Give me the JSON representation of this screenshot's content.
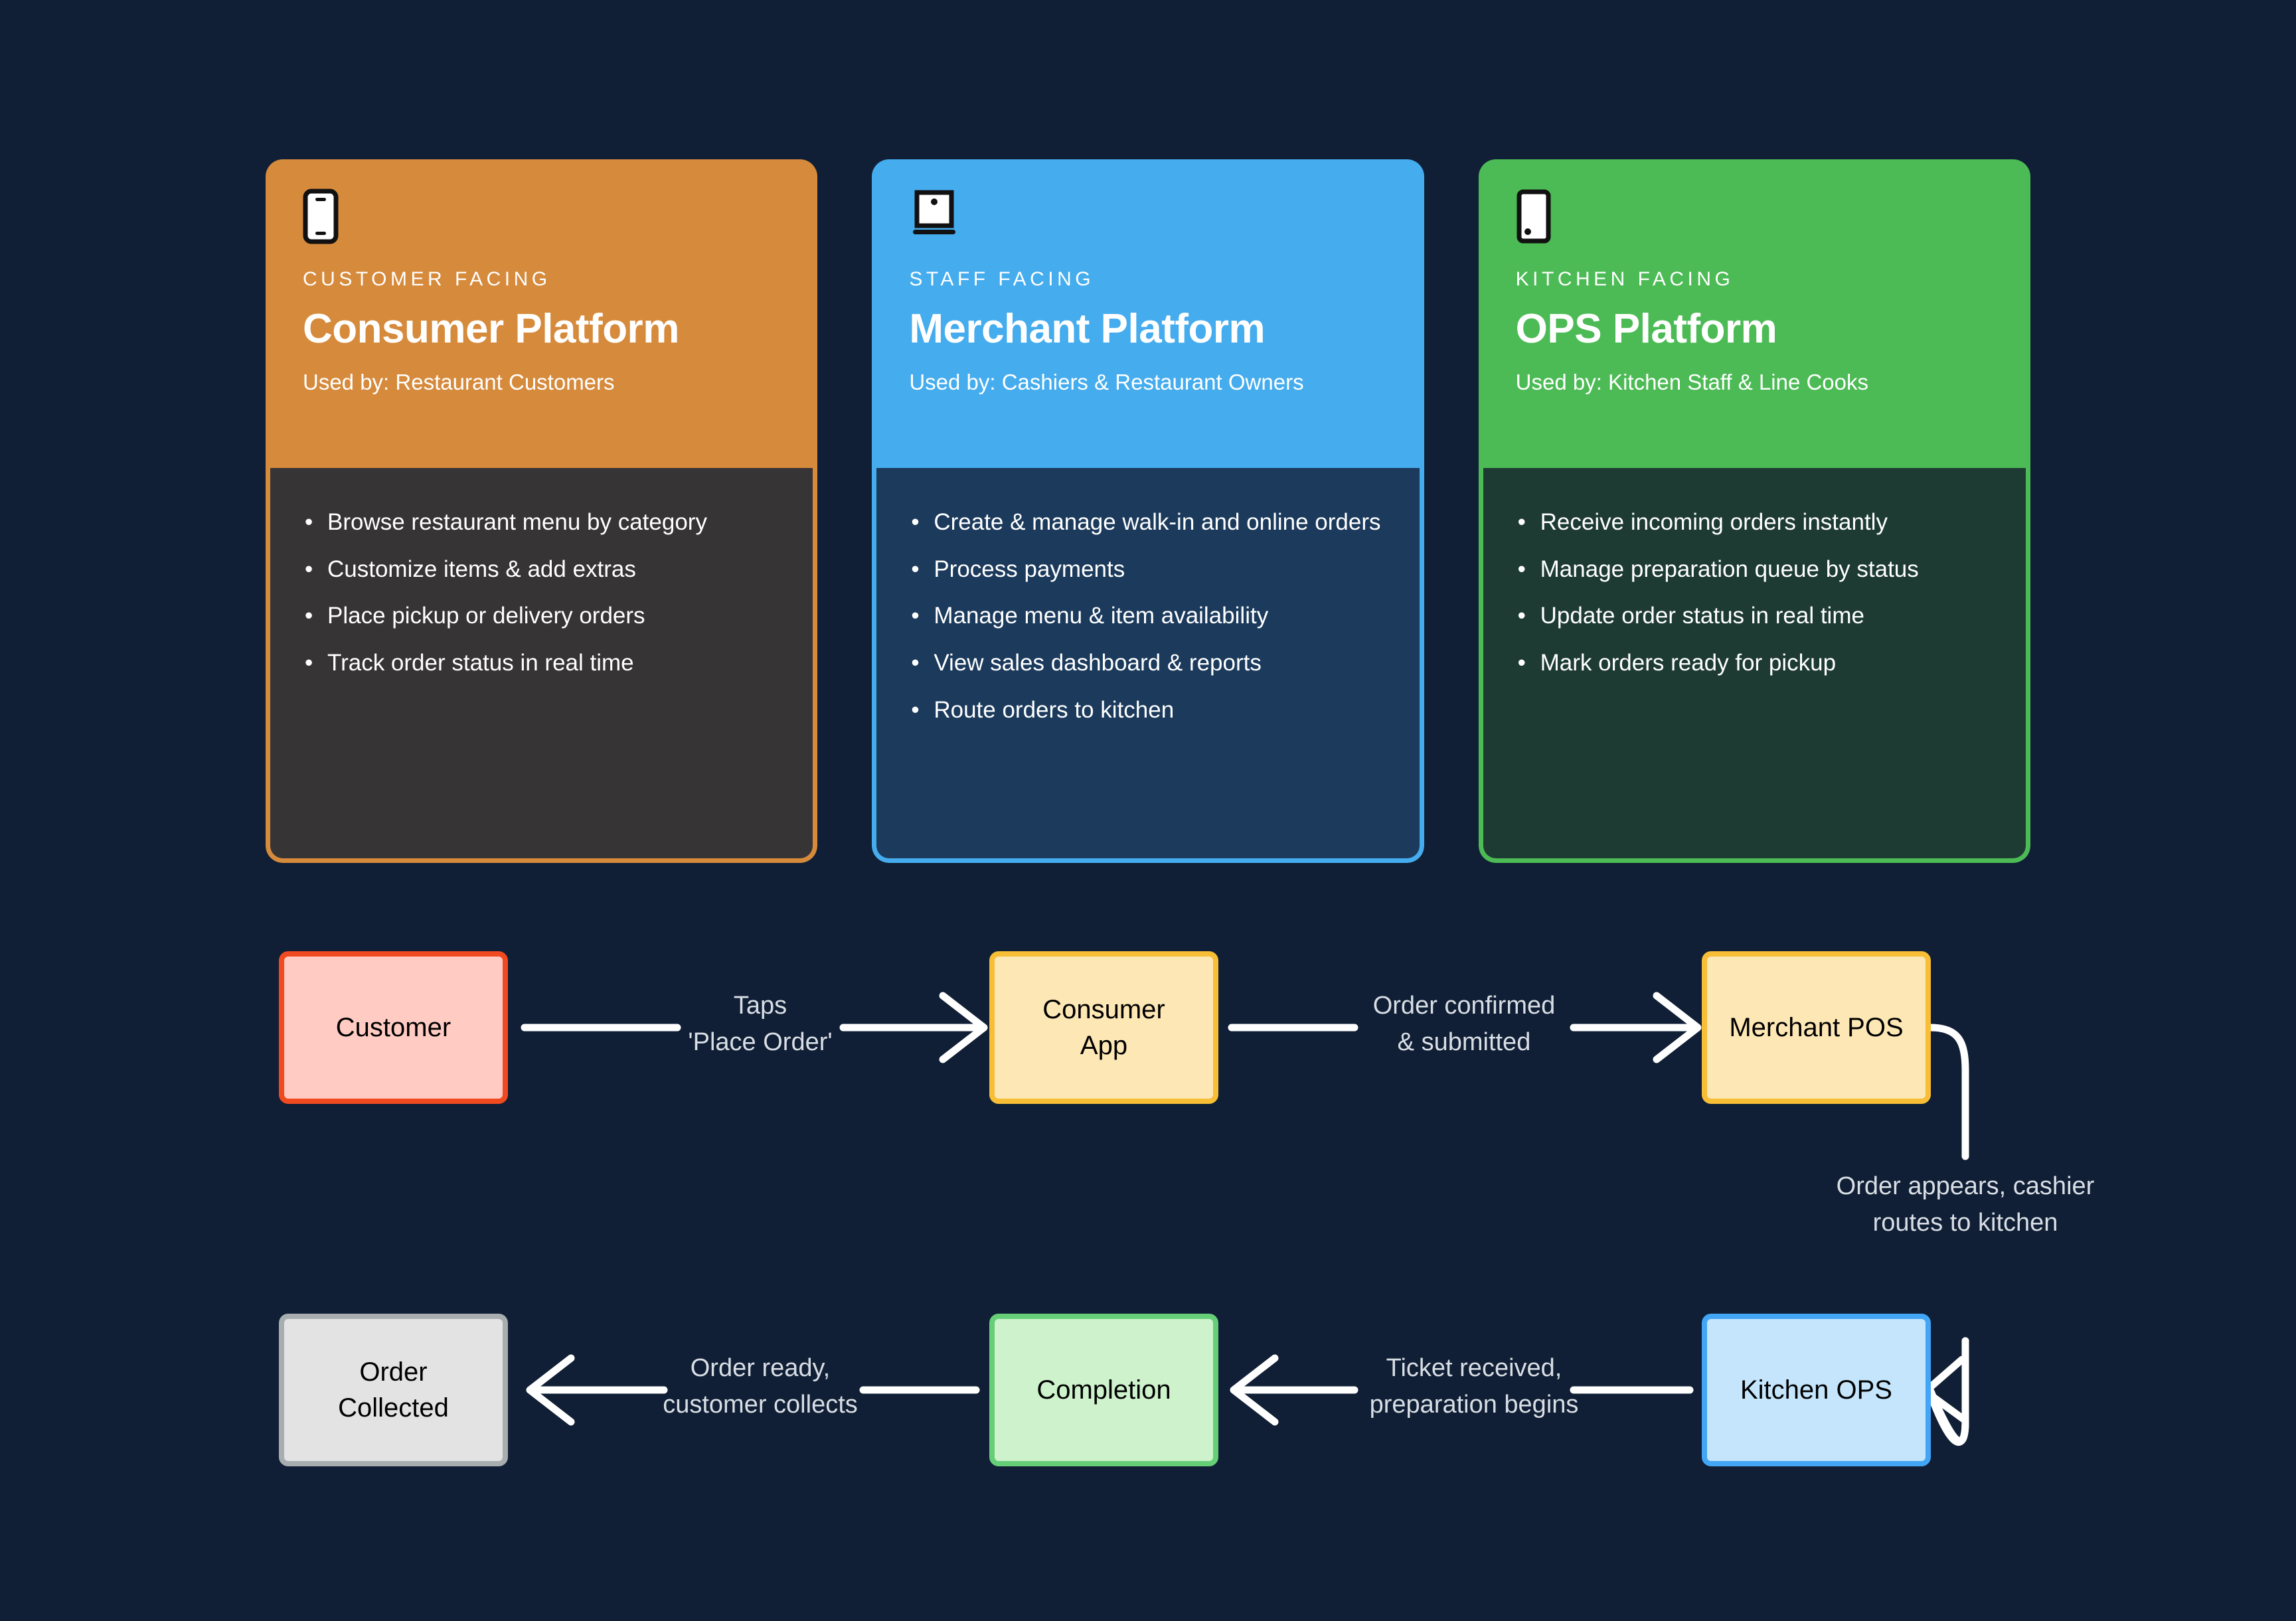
{
  "theme": {
    "background": "#101f35",
    "arrow_color": "#ffffff",
    "label_color": "#d9dee5"
  },
  "platform_cards": [
    {
      "icon": "mobile-phone-icon",
      "eyebrow": "CUSTOMER FACING",
      "title": "Consumer Platform",
      "used_by": "Used by: Restaurant Customers",
      "header_color": "#d68a3c",
      "body_color": "#373435",
      "bullet": "•",
      "features": [
        "Browse restaurant menu by category",
        "Customize items & add extras",
        "Place pickup or delivery orders",
        "Track order status in real time"
      ]
    },
    {
      "icon": "laptop-icon",
      "eyebrow": "STAFF FACING",
      "title": "Merchant Platform",
      "used_by": "Used by: Cashiers & Restaurant Owners",
      "header_color": "#45acee",
      "body_color": "#1b3a5c",
      "bullet": "•",
      "features": [
        "Create & manage walk-in and online orders",
        "Process payments",
        "Manage menu & item availability",
        "View sales dashboard & reports",
        "Route orders to kitchen"
      ]
    },
    {
      "icon": "tablet-icon",
      "eyebrow": "KITCHEN FACING",
      "title": "OPS Platform",
      "used_by": "Used by: Kitchen Staff & Line Cooks",
      "header_color": "#4cbb55",
      "body_color": "#1e3b33",
      "bullet": "•",
      "features": [
        "Receive incoming orders instantly",
        "Manage preparation queue by status",
        "Update order status in real time",
        "Mark orders ready for pickup"
      ]
    }
  ],
  "flow": {
    "nodes": [
      {
        "id": "customer",
        "label": "Customer",
        "fill": "#ffcbc2",
        "stroke": "#f04a21"
      },
      {
        "id": "consumer",
        "label": "Consumer\nApp",
        "fill": "#fde7b5",
        "stroke": "#f7be36"
      },
      {
        "id": "merchant",
        "label": "Merchant POS",
        "fill": "#fde7b5",
        "stroke": "#f7be36"
      },
      {
        "id": "kitchen",
        "label": "Kitchen OPS",
        "fill": "#c4e5fb",
        "stroke": "#42a5f5"
      },
      {
        "id": "completion",
        "label": "Completion",
        "fill": "#cdf2cc",
        "stroke": "#67ce78"
      },
      {
        "id": "collected",
        "label": "Order\nCollected",
        "fill": "#e3e3e3",
        "stroke": "#a8adaf"
      }
    ],
    "edges": [
      {
        "id": "customer-to-consumer",
        "label": "Taps\n'Place Order'"
      },
      {
        "id": "consumer-to-merchant",
        "label": "Order confirmed\n& submitted"
      },
      {
        "id": "merchant-to-kitchen",
        "label": "Order appears, cashier\nroutes to kitchen"
      },
      {
        "id": "kitchen-to-completion",
        "label": "Ticket received,\npreparation begins"
      },
      {
        "id": "completion-to-collected",
        "label": "Order ready,\ncustomer collects"
      }
    ]
  }
}
